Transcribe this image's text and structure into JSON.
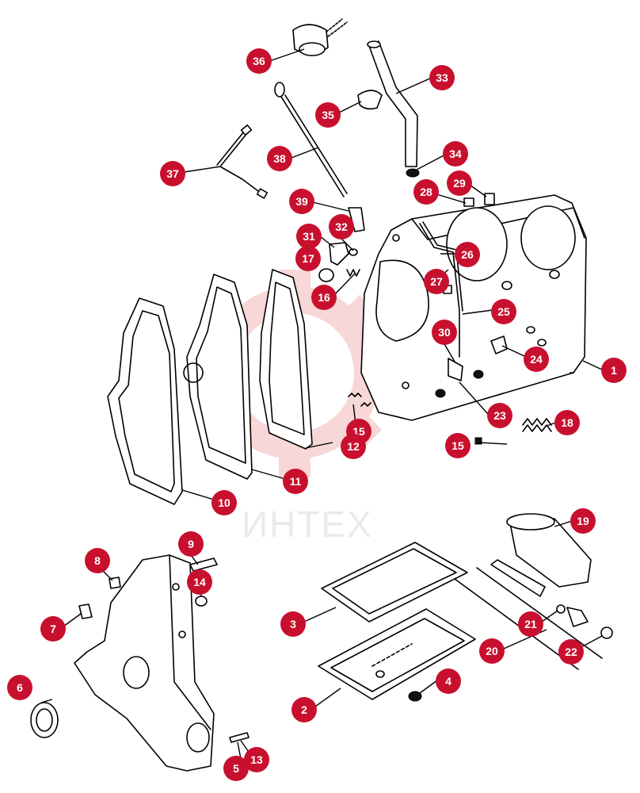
{
  "watermark": {
    "text": "ИНТЕХ",
    "color": "#f2b8b8"
  },
  "badge_color": "#c8102e",
  "callouts": [
    {
      "id": "36",
      "label": "36"
    },
    {
      "id": "33",
      "label": "33"
    },
    {
      "id": "35",
      "label": "35"
    },
    {
      "id": "38",
      "label": "38"
    },
    {
      "id": "37",
      "label": "37"
    },
    {
      "id": "34",
      "label": "34"
    },
    {
      "id": "28",
      "label": "28"
    },
    {
      "id": "29",
      "label": "29"
    },
    {
      "id": "39",
      "label": "39"
    },
    {
      "id": "32",
      "label": "32"
    },
    {
      "id": "31",
      "label": "31"
    },
    {
      "id": "17",
      "label": "17"
    },
    {
      "id": "26",
      "label": "26"
    },
    {
      "id": "27",
      "label": "27"
    },
    {
      "id": "16",
      "label": "16"
    },
    {
      "id": "25",
      "label": "25"
    },
    {
      "id": "30",
      "label": "30"
    },
    {
      "id": "24",
      "label": "24"
    },
    {
      "id": "1",
      "label": "1"
    },
    {
      "id": "23",
      "label": "23"
    },
    {
      "id": "18",
      "label": "18"
    },
    {
      "id": "15a",
      "label": "15"
    },
    {
      "id": "12",
      "label": "12"
    },
    {
      "id": "15b",
      "label": "15"
    },
    {
      "id": "11",
      "label": "11"
    },
    {
      "id": "10",
      "label": "10"
    },
    {
      "id": "19",
      "label": "19"
    },
    {
      "id": "9",
      "label": "9"
    },
    {
      "id": "8",
      "label": "8"
    },
    {
      "id": "14",
      "label": "14"
    },
    {
      "id": "3",
      "label": "3"
    },
    {
      "id": "7",
      "label": "7"
    },
    {
      "id": "21",
      "label": "21"
    },
    {
      "id": "20",
      "label": "20"
    },
    {
      "id": "22",
      "label": "22"
    },
    {
      "id": "6",
      "label": "6"
    },
    {
      "id": "4",
      "label": "4"
    },
    {
      "id": "2",
      "label": "2"
    },
    {
      "id": "5",
      "label": "5"
    },
    {
      "id": "13",
      "label": "13"
    }
  ]
}
